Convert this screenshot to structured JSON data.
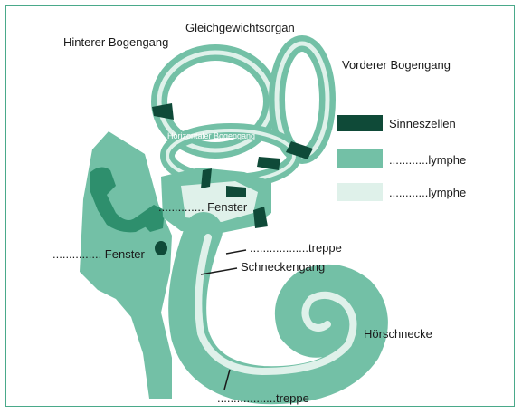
{
  "labels": {
    "gleichgewichtsorgan": "Gleichgewichtsorgan",
    "hinterer_bogengang": "Hinterer Bogengang",
    "vorderer_bogengang": "Vorderer Bogengang",
    "horizontaler_bogengang": "Horizontaler Bogengang",
    "fenster_oben": ".............. Fenster",
    "fenster_unten": "............... Fenster",
    "treppe_oben": "..................treppe",
    "schneckengang": "Schneckengang",
    "hoerschnecke": "Hörschnecke",
    "treppe_unten": "..................treppe"
  },
  "legend": {
    "sinneszellen": "Sinneszellen",
    "lymphe_1": "............lymphe",
    "lymphe_2": "............lymphe"
  },
  "colors": {
    "dark": "#0f4a38",
    "medium": "#73c0a6",
    "light": "#dff1ea",
    "frame": "#4aa98a"
  }
}
